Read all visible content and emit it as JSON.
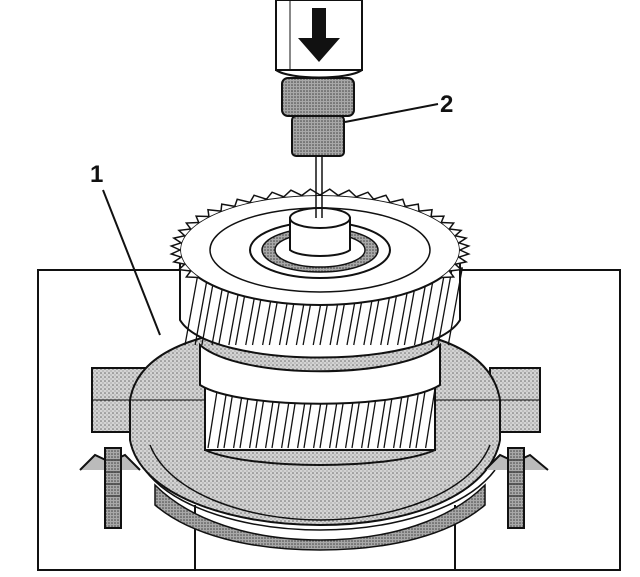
{
  "diagram": {
    "callouts": [
      {
        "id": "fixture",
        "label": "1"
      },
      {
        "id": "installer",
        "label": "2"
      }
    ],
    "arrow_direction": "down",
    "colors": {
      "line": "#111111",
      "fill": "#ffffff",
      "shade_light": "#c9c9c9",
      "shade_dark": "#8a8a8a"
    },
    "icons": [
      "press-arrow-icon",
      "helical-gear-icon",
      "clamp-bolt-icon"
    ]
  }
}
